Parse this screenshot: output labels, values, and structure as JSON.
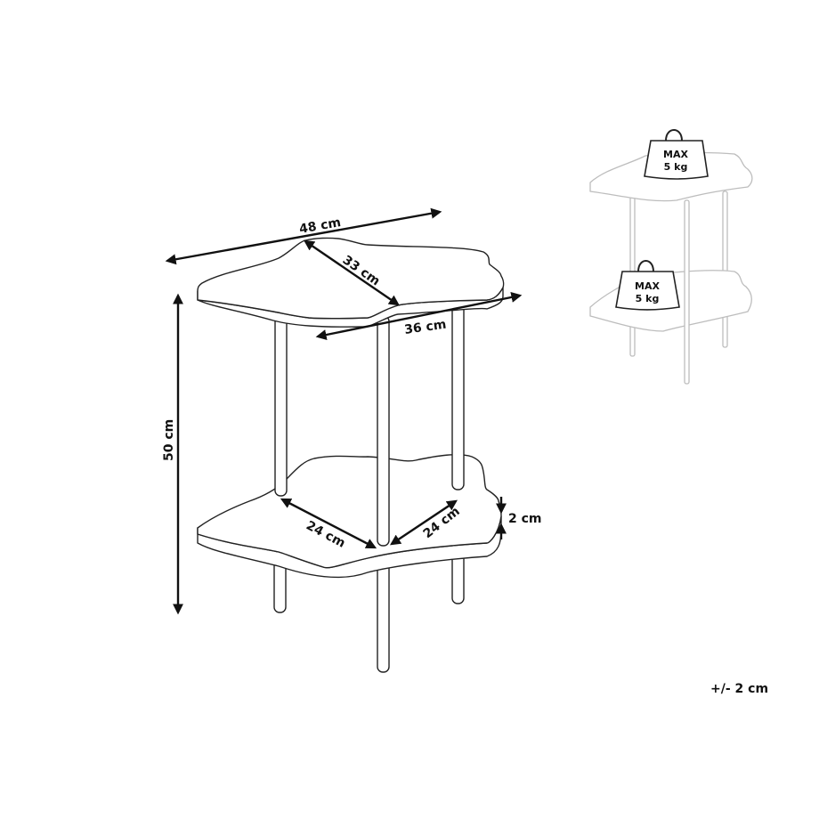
{
  "dimensions": {
    "width": "48 cm",
    "depth": "33 cm",
    "top_span": "36 cm",
    "height": "50 cm",
    "leg_span_left": "24 cm",
    "leg_span_right": "24 cm",
    "shelf_thickness": "2 cm"
  },
  "tolerance": "+/- 2 cm",
  "load": {
    "top_shelf": {
      "line1": "MAX",
      "line2": "5 kg"
    },
    "bottom_shelf": {
      "line1": "MAX",
      "line2": "5 kg"
    }
  },
  "colors": {
    "line": "#222222",
    "ghost": "#bdbdbd"
  }
}
